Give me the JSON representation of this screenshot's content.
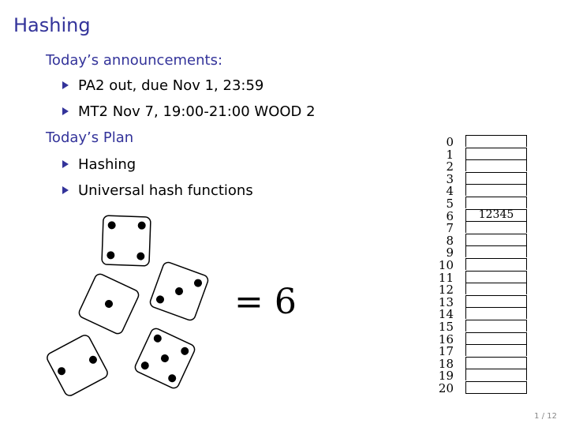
{
  "slide": {
    "title": "Hashing",
    "page_number": "1 / 12"
  },
  "announcements": {
    "heading": "Today’s announcements:",
    "items": [
      "PA2 out, due Nov 1, 23:59",
      "MT2 Nov 7, 19:00-21:00 WOOD 2"
    ]
  },
  "plan": {
    "heading": "Today’s Plan",
    "items": [
      "Hashing",
      "Universal hash functions"
    ]
  },
  "dice": {
    "values": [
      4,
      1,
      3,
      2,
      5
    ],
    "result": "= 6"
  },
  "hash_table": {
    "indices": [
      "0",
      "1",
      "2",
      "3",
      "4",
      "5",
      "6",
      "7",
      "8",
      "9",
      "10",
      "11",
      "12",
      "13",
      "14",
      "15",
      "16",
      "17",
      "18",
      "19",
      "20"
    ],
    "entries": [
      {
        "index": 6,
        "value": "12345"
      }
    ]
  },
  "colors": {
    "accent": "#33339a"
  }
}
